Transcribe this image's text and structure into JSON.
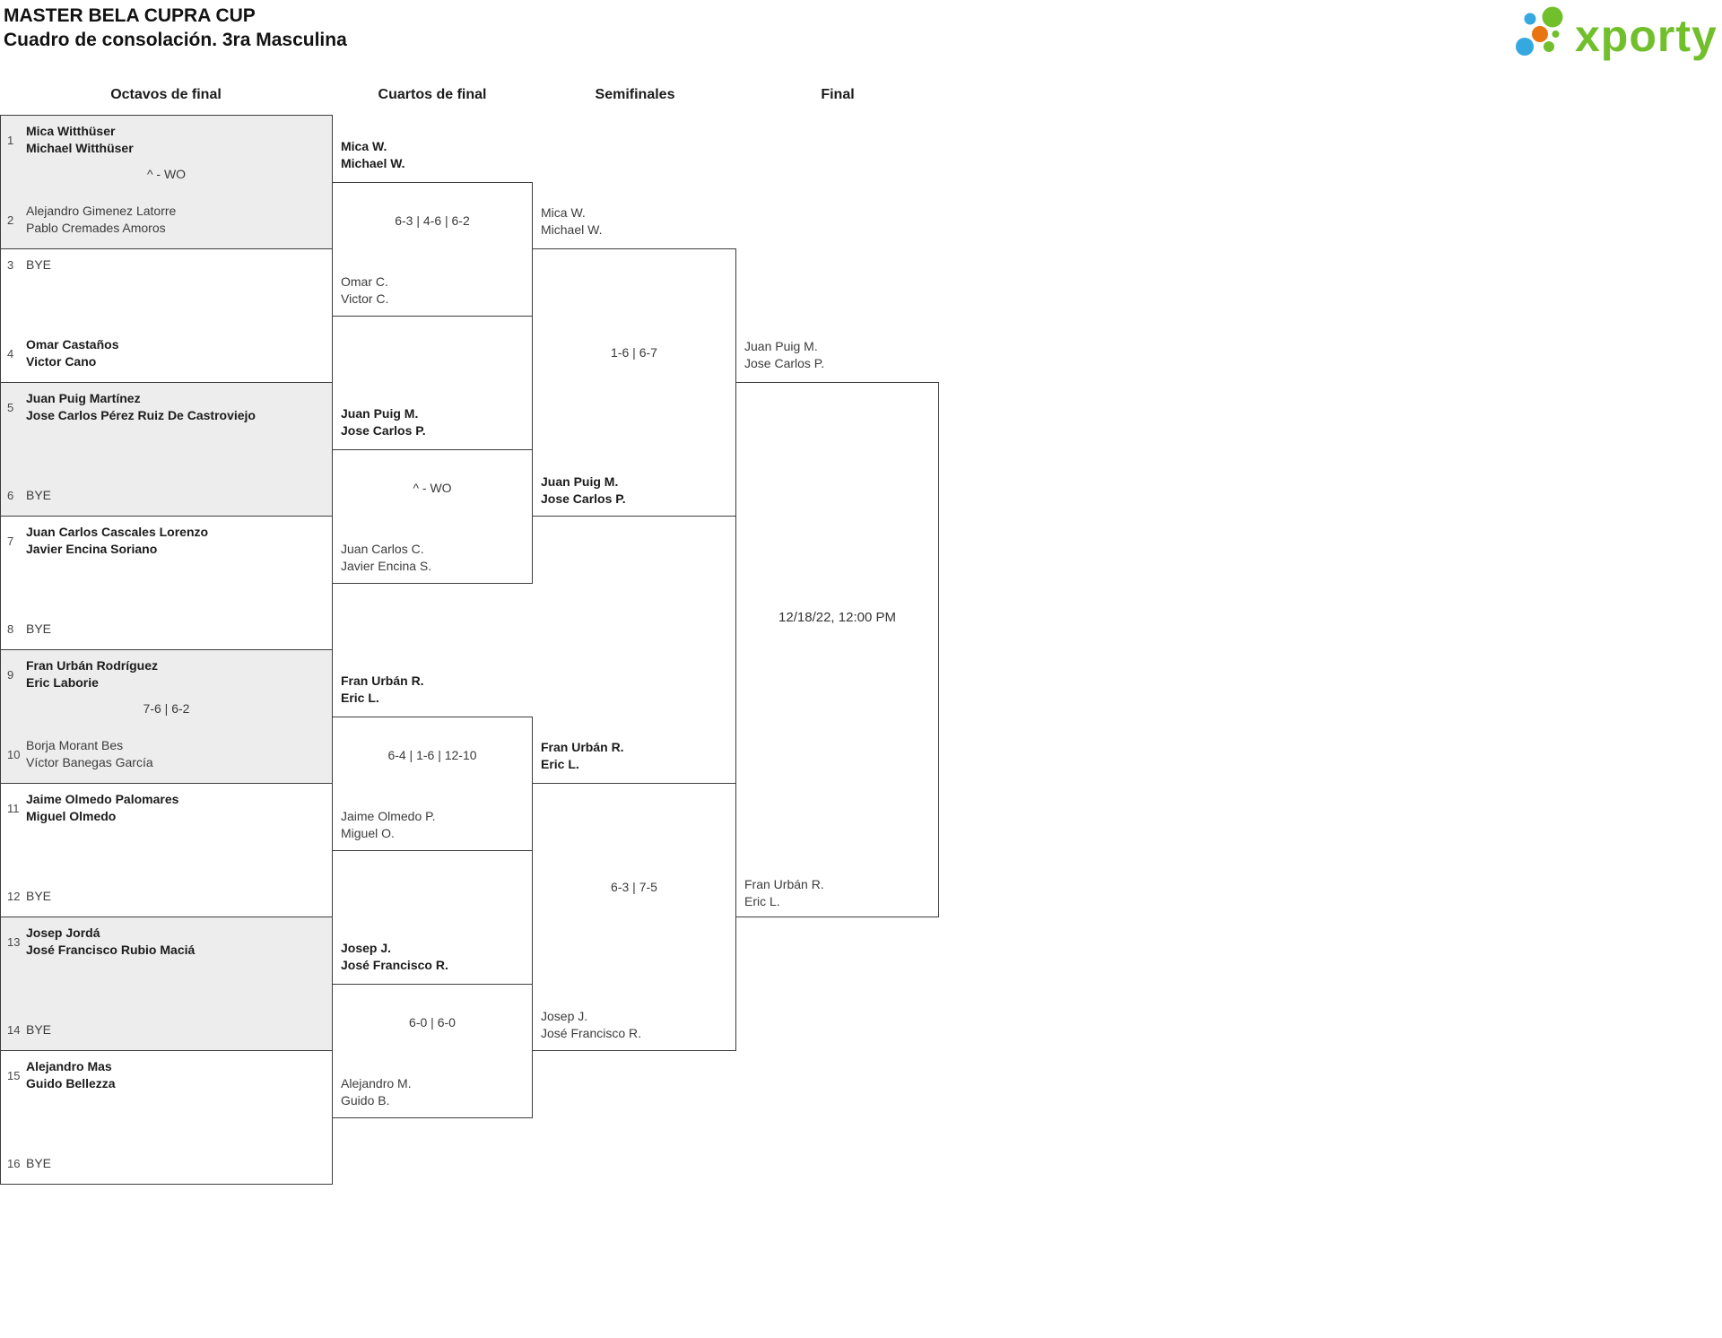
{
  "header": {
    "title": "MASTER BELA CUPRA CUP",
    "subtitle": "Cuadro de consolación. 3ra Masculina",
    "logo": {
      "text": "xporty",
      "green": "#72bf2c",
      "blue": "#35a8e0",
      "orange": "#e87511"
    }
  },
  "rounds": [
    {
      "label": "Octavos de final"
    },
    {
      "label": "Cuartos de final"
    },
    {
      "label": "Semifinales"
    },
    {
      "label": "Final"
    }
  ],
  "octavos": [
    {
      "a": {
        "seed": "1",
        "lines": [
          "Mica Witthüser",
          "Michael Witthüser"
        ],
        "winner": true
      },
      "score": "^ - WO",
      "b": {
        "seed": "2",
        "lines": [
          "Alejandro Gimenez Latorre",
          "Pablo Cremades Amoros"
        ],
        "winner": false
      }
    },
    {
      "a": {
        "seed": "3",
        "lines": [
          "BYE"
        ],
        "winner": false
      },
      "b": {
        "seed": "4",
        "lines": [
          "Omar Castaños",
          "Victor Cano"
        ],
        "winner": true
      }
    },
    {
      "a": {
        "seed": "5",
        "lines": [
          "Juan Puig Martínez",
          "Jose Carlos Pérez Ruiz De Castroviejo"
        ],
        "winner": true
      },
      "b": {
        "seed": "6",
        "lines": [
          "BYE"
        ],
        "winner": false
      }
    },
    {
      "a": {
        "seed": "7",
        "lines": [
          "Juan Carlos Cascales Lorenzo",
          "Javier Encina Soriano"
        ],
        "winner": true
      },
      "b": {
        "seed": "8",
        "lines": [
          "BYE"
        ],
        "winner": false
      }
    },
    {
      "a": {
        "seed": "9",
        "lines": [
          "Fran Urbán Rodríguez",
          "Eric Laborie"
        ],
        "winner": true
      },
      "score": "7-6 | 6-2",
      "b": {
        "seed": "10",
        "lines": [
          "Borja Morant Bes",
          "Víctor Banegas García"
        ],
        "winner": false
      }
    },
    {
      "a": {
        "seed": "11",
        "lines": [
          "Jaime Olmedo Palomares",
          "Miguel Olmedo"
        ],
        "winner": true
      },
      "b": {
        "seed": "12",
        "lines": [
          "BYE"
        ],
        "winner": false
      }
    },
    {
      "a": {
        "seed": "13",
        "lines": [
          "Josep Jordá",
          "José Francisco Rubio Maciá"
        ],
        "winner": true
      },
      "b": {
        "seed": "14",
        "lines": [
          "BYE"
        ],
        "winner": false
      }
    },
    {
      "a": {
        "seed": "15",
        "lines": [
          "Alejandro Mas",
          "Guido Bellezza"
        ],
        "winner": true
      },
      "b": {
        "seed": "16",
        "lines": [
          "BYE"
        ],
        "winner": false
      }
    }
  ],
  "cuartos": [
    {
      "top": {
        "lines": [
          "Mica W.",
          "Michael W."
        ],
        "winner": true
      },
      "score": "6-3 | 4-6 | 6-2",
      "bottom": {
        "lines": [
          "Omar C.",
          "Victor C."
        ],
        "winner": false
      }
    },
    {
      "top": {
        "lines": [
          "Juan Puig M.",
          "Jose Carlos P."
        ],
        "winner": true
      },
      "score": "^ - WO",
      "bottom": {
        "lines": [
          "Juan Carlos C.",
          "Javier Encina S."
        ],
        "winner": false
      }
    },
    {
      "top": {
        "lines": [
          "Fran Urbán R.",
          "Eric L."
        ],
        "winner": true
      },
      "score": "6-4 | 1-6 | 12-10",
      "bottom": {
        "lines": [
          "Jaime Olmedo P.",
          "Miguel O."
        ],
        "winner": false
      }
    },
    {
      "top": {
        "lines": [
          "Josep J.",
          "José Francisco R."
        ],
        "winner": true
      },
      "score": "6-0 | 6-0",
      "bottom": {
        "lines": [
          "Alejandro M.",
          "Guido B."
        ],
        "winner": false
      }
    }
  ],
  "semifinales": [
    {
      "top": {
        "lines": [
          "Mica W.",
          "Michael W."
        ],
        "winner": false
      },
      "score": "1-6 | 6-7",
      "bottom": {
        "lines": [
          "Juan Puig M.",
          "Jose Carlos P."
        ],
        "winner": true
      }
    },
    {
      "top": {
        "lines": [
          "Fran Urbán R.",
          "Eric L."
        ],
        "winner": true
      },
      "score": "6-3 | 7-5",
      "bottom": {
        "lines": [
          "Josep J.",
          "José Francisco R."
        ],
        "winner": false
      }
    }
  ],
  "final": {
    "top": {
      "lines": [
        "Juan Puig M.",
        "Jose Carlos P."
      ],
      "winner": false
    },
    "schedule": "12/18/22, 12:00 PM",
    "bottom": {
      "lines": [
        "Fran Urbán R.",
        "Eric L."
      ],
      "winner": false
    }
  }
}
